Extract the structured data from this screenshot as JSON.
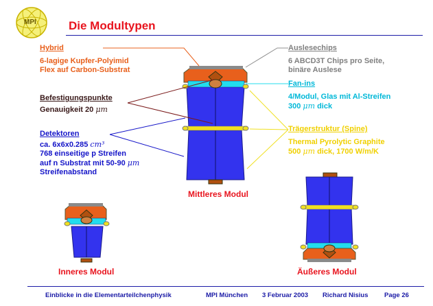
{
  "logo_text": "MPI",
  "title": "Die Modultypen",
  "left": {
    "hybrid": {
      "heading": "Hybrid",
      "line1": "6-lagige Kupfer-Polyimid",
      "line2": "Flex auf Carbon-Substrat"
    },
    "befestigung": {
      "heading": "Befestigungspunkte",
      "line1_pre": "Genauigkeit 20 ",
      "unit": "μm"
    },
    "detektoren": {
      "heading": "Detektoren",
      "line1_pre": "ca. 6x6x0.285 ",
      "line1_unit": "cm³",
      "line2": "768 einseitige p Streifen",
      "line3_pre": "auf n Substrat mit 50-90 ",
      "line3_unit": "μm",
      "line4": "Streifenabstand"
    }
  },
  "right": {
    "auslesechips": {
      "heading": "Auslesechips",
      "line1": "6 ABCD3T Chips pro Seite,",
      "line2": "binäre Auslese"
    },
    "fanins": {
      "heading": "Fan-ins",
      "line1": "4/Modul, Glas mit Al-Streifen",
      "line2_pre": "300 ",
      "unit": "μm",
      "line2_post": " dick"
    },
    "spine": {
      "heading": "Trägerstruktur (Spine)",
      "line1": "Thermal Pyrolytic Graphite",
      "line2_pre": "500 ",
      "unit": "μm",
      "line2_post": " dick, 1700 W/m/K"
    }
  },
  "captions": {
    "middle": "Mittleres Modul",
    "inner": "Inneres Modul",
    "outer": "Äußeres Modul"
  },
  "footer": {
    "course": "Einblicke in die Elementarteilchenphysik",
    "institute": "MPI München",
    "date": "3 Februar 2003",
    "author": "Richard Nisius",
    "page": "Page 26"
  },
  "colors": {
    "title": "#e8141e",
    "rule": "#1a1aa6",
    "hybrid": "#e8601c",
    "detector": "#3333ee",
    "fanin": "#22ddee",
    "spine": "#f0e020"
  }
}
